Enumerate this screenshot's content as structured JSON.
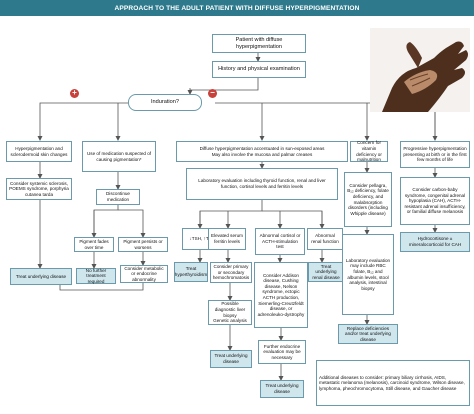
{
  "title": "APPROACH TO THE ADULT PATIENT WITH DIFFUSE HYPERPIGMENTATION",
  "plus_symbol": "+",
  "minus_symbol": "−",
  "nodes": {
    "patient": "Patient with diffuse hyperpigmentation",
    "history": "History and physical examination",
    "induration": "Induration?",
    "sclero": "Hyperpigmentation and sclerodermoid skin changes",
    "systemic_scl": "Consider systemic sclerosis, POEMS syndrome, porphyria cutanea tarda",
    "medication": "Use of medication suspected of causing pigmentation*",
    "discontinue": "Discontinue medication",
    "fades": "Pigment fades over time",
    "persists": "Pigment persists or worsens",
    "no_further": "No further treatment required",
    "metabolic": "Consider metabolic or endocrine abnormality",
    "treat_left": "Treat underlying disease",
    "sun_exposed": "Diffuse hyperpigmentation accentuated in sun-exposed areas\nMay also involve the mucosa and palmar creases",
    "lab_eval": "Laboratory evaluation including thyroid function, renal and liver function, cortisol levels and ferritin levels",
    "tsh": "↓TSH, ↑T₄",
    "ferritin": "Elevated serum ferritin levels",
    "cortisol": "Abnormal cortisol or ACTH-stimulation test",
    "renal": "Abnormal renal function",
    "hyperthyroid": "Treat hyperthyroidism",
    "hemochromatosis": "Consider primary or secondary hemochromatosis",
    "addison": "Consider Addison disease, Cushing disease, Nelson syndrome, ectopic ACTH production, Siemerling-Creutzfeldt disease, or adrenoleuko-dystrophy",
    "treat_renal": "Treat underlying renal disease",
    "liver_biopsy": "Possible diagnostic liver biopsy\nGenetic analysis",
    "endocrine_eval": "Further endocrine evaluation may be necessary",
    "treat_b1": "Treat underlying disease",
    "treat_b2": "Treat underlying disease",
    "vitamin": "Concern for vitamin deficiency or malnutrition",
    "pellagra": "Consider pellagra, B₁₂ deficiency, folate deficiency, and malabsorption disorders (including Whipple disease)",
    "vit_lab": "Laboratory evaluation may include RBC folate, B₁₂ and albumin levels, stool analysis, intestinal biopsy",
    "replace": "Replace deficiencies and/or treat underlying disease",
    "progressive": "Progressive hyperpigmentation presenting at birth or in the first few months of life",
    "cah": "Consider carbon-baby syndrome, congenital adrenal hypoplasia (CAH), ACTH-resistant adrenal insufficiency, or familial diffuse melanosis",
    "hydrocortisone": "Hydrocortisone ± mineralocorticoid for CAH",
    "additional": "Additional diseases to consider: primary biliary cirrhosis, AIDS, metastatic melanoma (melanosis), carcinoid syndrome, Wilson disease, lymphoma, pheochromocytoma, Still disease, and Gaucher disease"
  },
  "colors": {
    "header": "#2e7a8c",
    "box_border": "#6a9aab",
    "box_fill": "#cfe6ed",
    "arrow": "#555555",
    "plus_minus": "#c8413a"
  }
}
